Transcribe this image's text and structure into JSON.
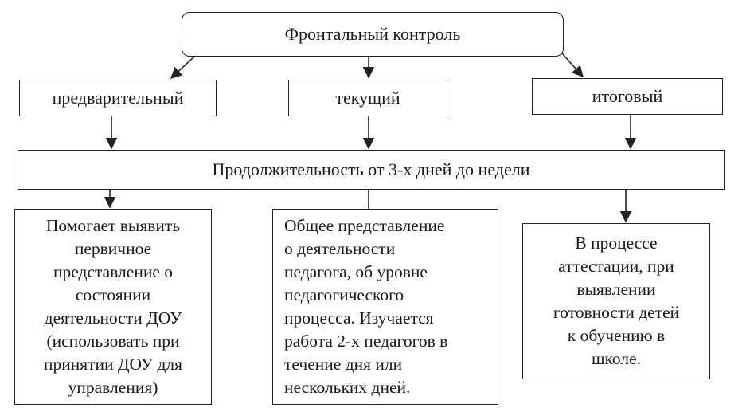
{
  "diagram": {
    "title": "Фронтальный контроль",
    "stages": [
      {
        "label": "предварительный"
      },
      {
        "label": "текущий"
      },
      {
        "label": "итоговый"
      }
    ],
    "duration": "Продолжительность от 3-х дней до недели",
    "descriptions": [
      {
        "text": "Помогает выявить\nпервичное\nпредставление о\nсостоянии\nдеятельности ДОУ\n(использовать при\nпринятии ДОУ для\nуправления)"
      },
      {
        "text": "Общее представление\nо деятельности\nпедагога, об уровне\nпедагогического\nпроцесса. Изучается\nработа 2-х педагогов в\nтечение дня или\nнескольких дней."
      },
      {
        "text": "В процессе\nаттестации, при\nвыявлении\nготовности детей\nк обучению в\nшколе."
      }
    ]
  },
  "colors": {
    "line": "#222222",
    "text": "#1a1a1a",
    "background": "#ffffff"
  }
}
